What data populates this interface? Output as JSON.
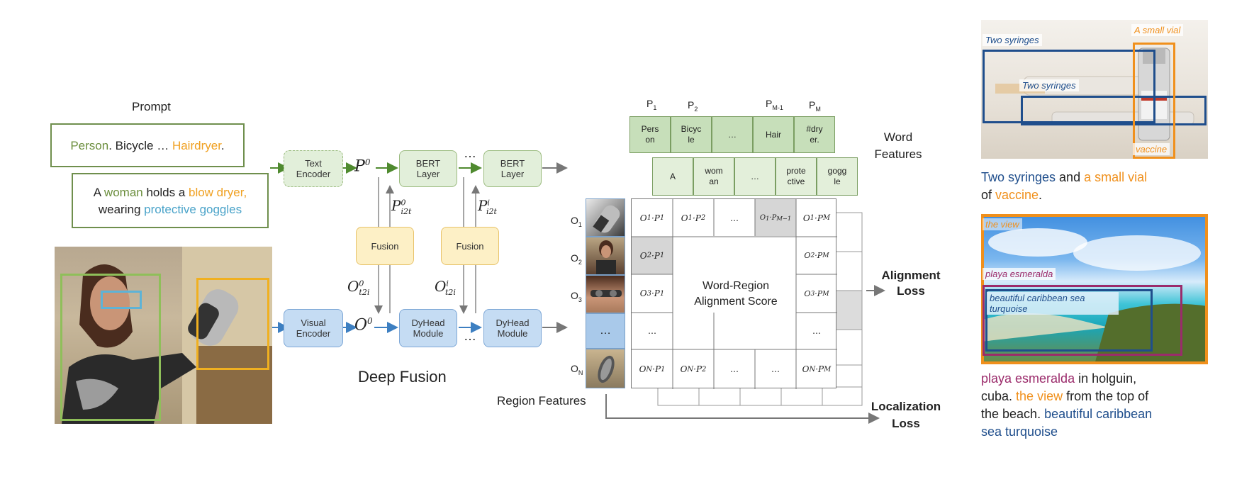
{
  "left": {
    "prompt_title": "Prompt",
    "prompt1": {
      "person": "Person",
      "mid": ". Bicycle … ",
      "hairdryer": "Hairdryer",
      "end": "."
    },
    "prompt2": {
      "a": "A ",
      "woman": "woman",
      "holds": " holds a ",
      "blow_dryer": "blow dryer,",
      "wearing": "wearing ",
      "goggles": "protective goggles"
    }
  },
  "fusion": {
    "text_encoder": "Text Encoder",
    "visual_encoder": "Visual Encoder",
    "bert1": "BERT Layer",
    "bert2": "BERT Layer",
    "dyhead1": "DyHead Module",
    "dyhead2": "DyHead Module",
    "fusion1": "Fusion",
    "fusion2": "Fusion",
    "ellipsis": "…",
    "deep_fusion": "Deep Fusion"
  },
  "alignment": {
    "p_labels": [
      "P1",
      "P2",
      "PM-1",
      "PM"
    ],
    "word_row1": [
      "Pers on",
      "Bicyc le",
      "…",
      "Hair",
      "#dry er."
    ],
    "word_row2": [
      "A",
      "wom an",
      "…",
      "prote ctive",
      "gogg le"
    ],
    "word_features": "Word Features",
    "o_labels": [
      "O1",
      "O2",
      "O3",
      "ON"
    ],
    "region_more": "…",
    "center_label_1": "Word-Region",
    "center_label_2": "Alignment Score",
    "alignment_loss_1": "Alignment",
    "alignment_loss_2": "Loss",
    "region_features": "Region Features",
    "localization_loss_1": "Localization",
    "localization_loss_2": "Loss",
    "ellipsis": "…"
  },
  "right": {
    "top_tags": [
      "Two syringes",
      "A small vial",
      "Two syringes",
      "vaccine"
    ],
    "caption1": {
      "a": "Two syringes",
      "b": " and ",
      "c": "a small vial",
      "d": "of ",
      "e": "vaccine",
      "f": "."
    },
    "bottom_tags": [
      "the view",
      "playa esmeralda",
      "beautiful caribbean sea turquoise"
    ],
    "caption2": {
      "a": "playa esmeralda",
      "b": " in holguin,",
      "c": "cuba. ",
      "d": "the view",
      "e": " from the top of",
      "f": "the beach. ",
      "g": "beautiful caribbean",
      "h": "sea turquoise"
    }
  },
  "colors": {
    "green": "#6b8e3d",
    "orange": "#f0a020",
    "light_blue": "#4aa3c9",
    "dark_blue": "#1f4e8c",
    "magenta": "#9b2b6b"
  }
}
